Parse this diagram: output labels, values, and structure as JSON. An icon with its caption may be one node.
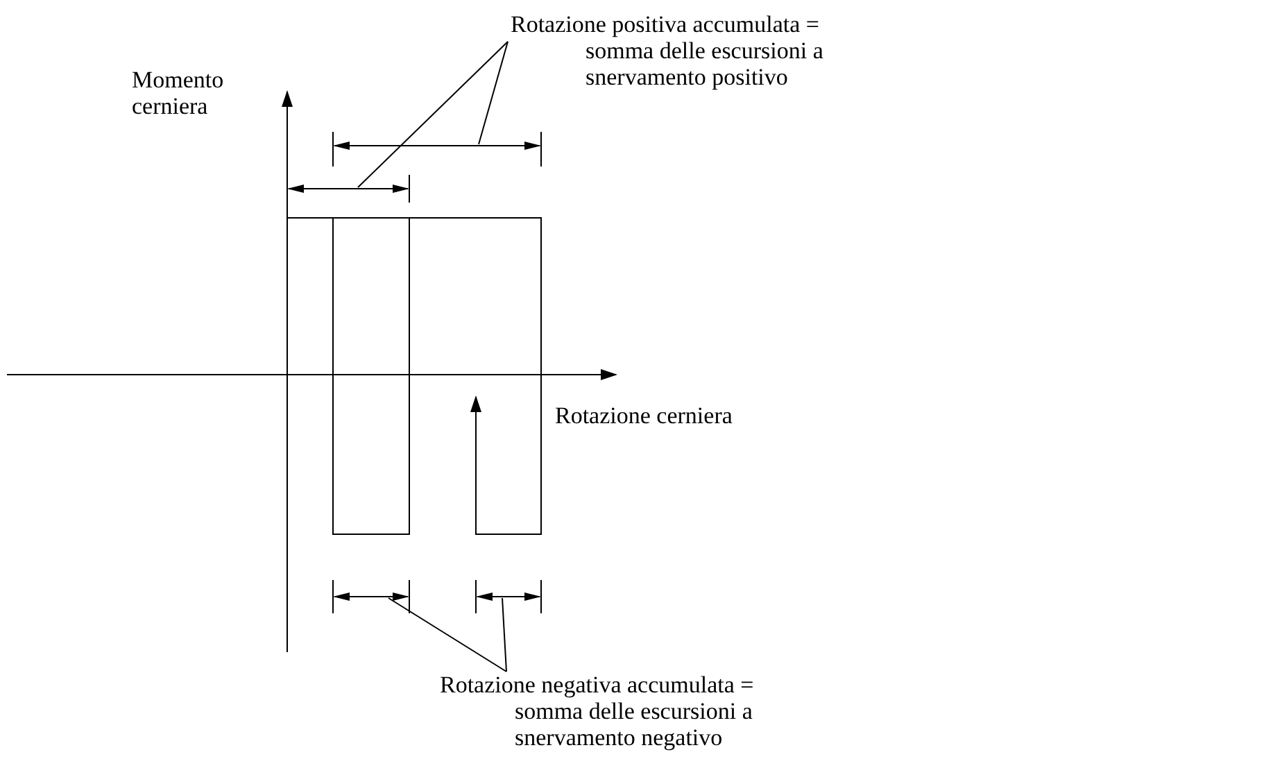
{
  "diagram": {
    "nodes": [
      {
        "text": [
          "Rotazione positiva accumulata = somma delle escursioni a snervamento positivo"
        ]
      },
      {
        "text": [],
        "shape": "line"
      },
      {
        "text": [],
        "shape": "line"
      },
      {
        "text": [
          "Rotazione negativa accumulata = somma delle escursioni a snervamento negativo"
        ]
      },
      {
        "text": [],
        "shape": "line"
      },
      {
        "text": [],
        "shape": "line"
      }
    ],
    "edges": [
      {
        "from": 0,
        "to": 1,
        "arrow": "none"
      },
      {
        "from": 0,
        "to": 2,
        "arrow": "none"
      },
      {
        "from": 3,
        "to": 4,
        "arrow": "none"
      },
      {
        "from": 3,
        "to": 5,
        "arrow": "none"
      }
    ],
    "labels": [
      "Momento cerniera",
      "Rotazione cerniera"
    ]
  }
}
